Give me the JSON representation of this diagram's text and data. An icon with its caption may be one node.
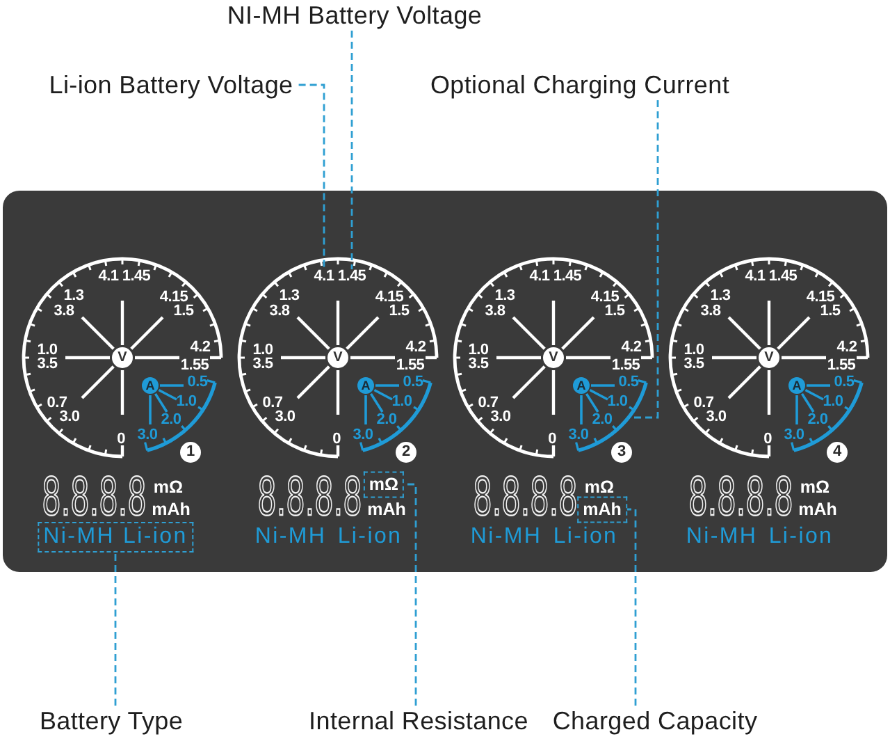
{
  "diagram": {
    "nodes": [
      {
        "text": [
          "NI-MH Battery Voltage"
        ]
      },
      {
        "text": [
          "Li-ion Battery Voltage"
        ]
      },
      {
        "text": [
          "Optional Charging Current"
        ]
      },
      {
        "text": [
          "4.1"
        ]
      },
      {
        "text": [
          "1.45"
        ]
      },
      {
        "text": [],
        "shape": "arc"
      },
      {
        "text": [
          "Ni-MH",
          "Li-ion"
        ]
      },
      {
        "text": [
          "mΩ"
        ]
      },
      {
        "text": [
          "mAh"
        ]
      },
      {
        "text": [
          "Battery Type"
        ]
      },
      {
        "text": [
          "Internal Resistance"
        ]
      },
      {
        "text": [
          "Charged Capacity"
        ]
      }
    ],
    "edges": [
      {
        "from": 0,
        "to": 4,
        "arrow": "none",
        "style": "dashed"
      },
      {
        "from": 1,
        "to": 3,
        "arrow": "none",
        "style": "dashed"
      },
      {
        "from": 2,
        "to": 5,
        "arrow": "none",
        "style": "dashed"
      },
      {
        "from": 9,
        "to": 6,
        "arrow": "none",
        "style": "dashed"
      },
      {
        "from": 10,
        "to": 7,
        "arrow": "none",
        "style": "dashed"
      },
      {
        "from": 11,
        "to": 8,
        "arrow": "none",
        "style": "dashed"
      }
    ],
    "labels": [
      "4.1",
      "1.45",
      "1.3",
      "3.8",
      "4.15",
      "1.5",
      "1.0",
      "3.5",
      "V",
      "4.2",
      "1.55",
      "A",
      "0.5",
      "1.0",
      "2.0",
      "0.7",
      "3.0",
      "3.0",
      "0",
      "1",
      "8.8.8.8",
      "mΩ",
      "mAh",
      "1.3",
      "3.8",
      "4.15",
      "1.5",
      "1.0",
      "3.5",
      "V",
      "4.2",
      "1.55",
      "A",
      "0.5",
      "1.0",
      "2.0",
      "0.7",
      "3.0",
      "3.0",
      "0",
      "2",
      "8.8.8.8",
      "mAh",
      "Ni-MH",
      "Li-ion",
      "4.1",
      "1.45",
      "1.3",
      "3.8",
      "4.15",
      "1.5",
      "1.0",
      "3.5",
      "V",
      "4.2",
      "1.55",
      "A",
      "0.5",
      "1.0",
      "2.0",
      "0.7",
      "3.0",
      "3.0",
      "0",
      "3",
      "8.8.8.8",
      "mΩ",
      "Ni-MH",
      "Li-ion",
      "4.1",
      "1.45",
      "1.3",
      "3.8",
      "4.15",
      "1.5",
      "1.0",
      "3.5",
      "V",
      "4.2",
      "1.55",
      "A",
      "0.5",
      "1.0",
      "2.0",
      "0.7",
      "3.0",
      "3.0",
      "0",
      "4",
      "8.8.8.8",
      "mΩ",
      "mAh",
      "Ni-MH",
      "Li-ion"
    ]
  }
}
